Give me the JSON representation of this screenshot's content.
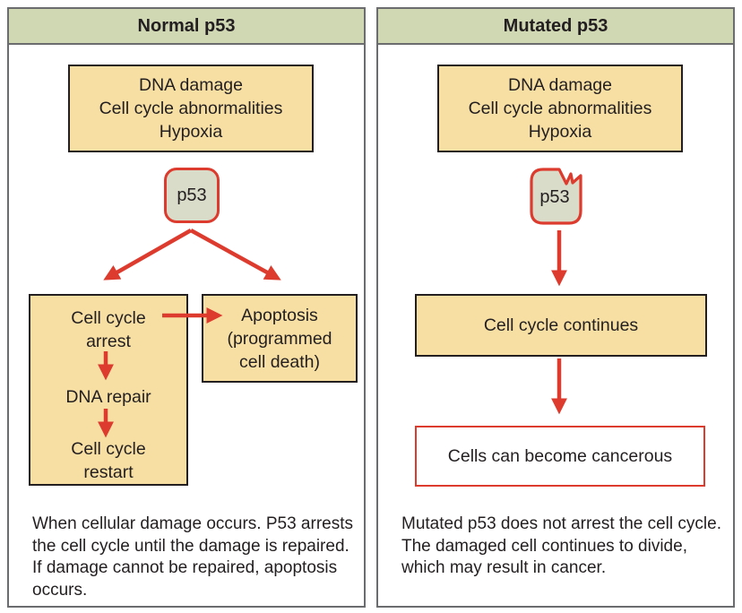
{
  "colors": {
    "header_bg": "#cfd7b3",
    "panel_border": "#6a6c6e",
    "box_bg": "#f7dfa4",
    "box_border": "#231f20",
    "p53_bg": "#d9dcc9",
    "accent_red": "#dc3b2e",
    "cancer_box_bg": "#ffffff",
    "text": "#231f20"
  },
  "left_panel": {
    "header": "Normal p53",
    "stimuli_box": {
      "line1": "DNA damage",
      "line2": "Cell cycle abnormalities",
      "line3": "Hypoxia"
    },
    "p53_label": "p53",
    "arrest_box": {
      "title_line1": "Cell cycle",
      "title_line2": "arrest",
      "step2": "DNA repair",
      "step3_line1": "Cell cycle",
      "step3_line2": "restart"
    },
    "apoptosis_box": {
      "line1": "Apoptosis",
      "line2": "(programmed",
      "line3": "cell death)"
    },
    "caption": "When cellular damage occurs. P53 arrests the cell cycle until the damage is repaired. If damage cannot be repaired, apoptosis occurs."
  },
  "right_panel": {
    "header": "Mutated p53",
    "stimuli_box": {
      "line1": "DNA damage",
      "line2": "Cell cycle abnormalities",
      "line3": "Hypoxia"
    },
    "p53_label": "p53",
    "continue_box": {
      "label": "Cell cycle continues"
    },
    "cancer_box": {
      "label": "Cells can become cancerous"
    },
    "caption": "Mutated p53 does not arrest the cell cycle. The damaged cell continues to divide, which may result in cancer."
  }
}
